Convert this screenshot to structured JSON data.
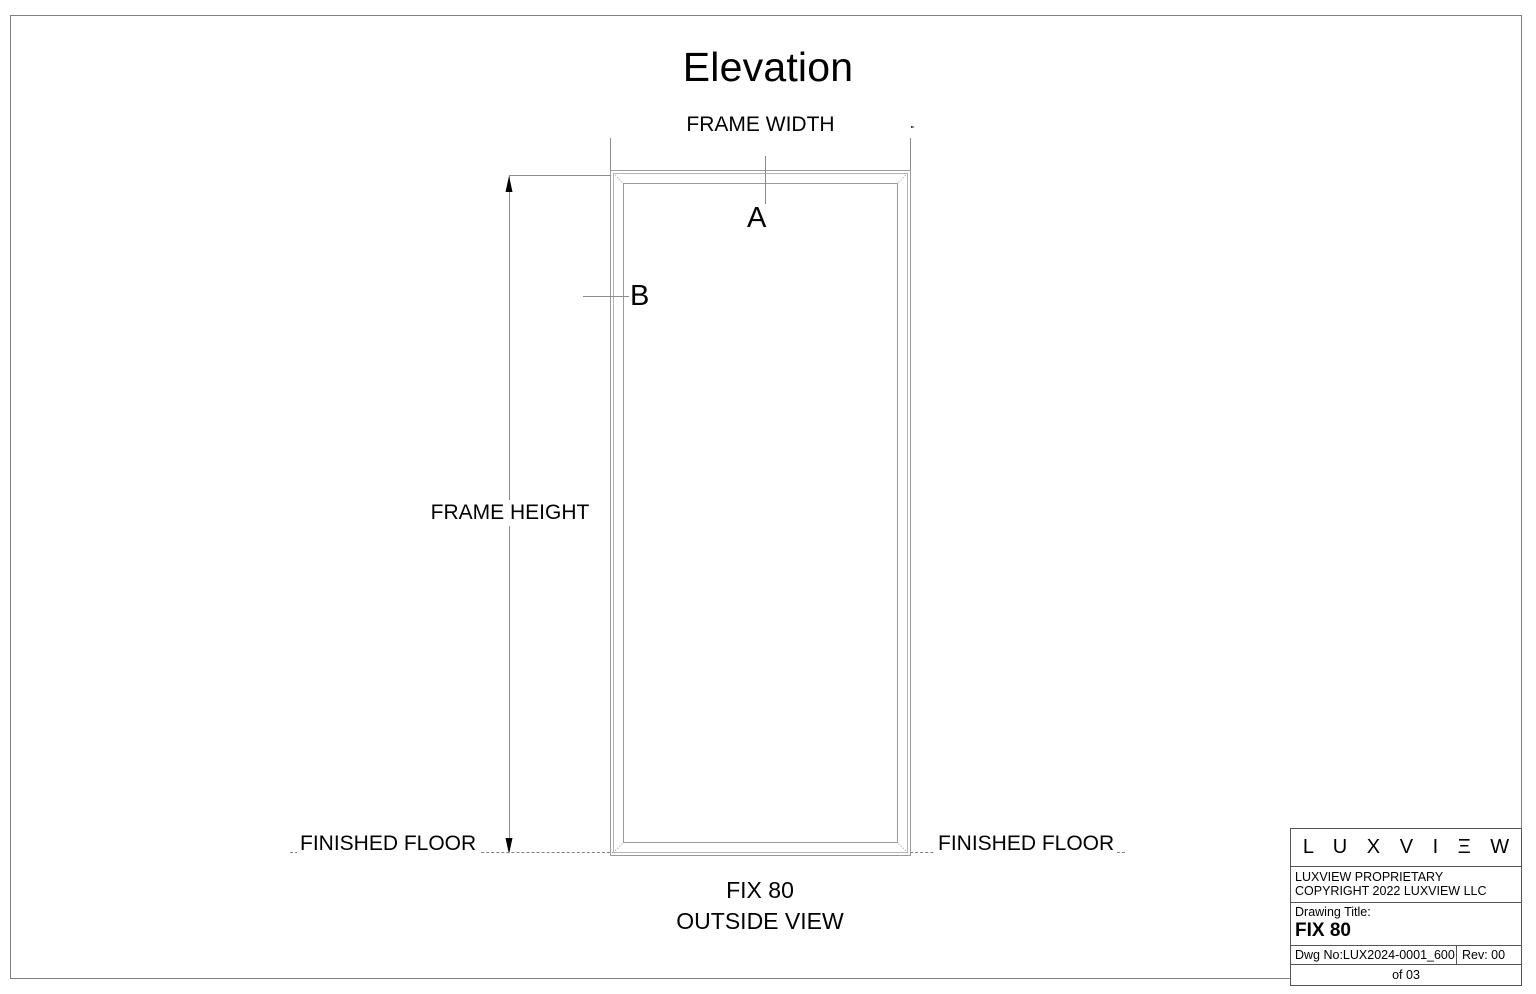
{
  "sheet": {
    "title": "Elevation"
  },
  "dimensions": {
    "width_label": "FRAME WIDTH",
    "height_label": "FRAME HEIGHT"
  },
  "callouts": {
    "a": "A",
    "b": "B"
  },
  "floor": {
    "left_label": "FINISHED FLOOR",
    "right_label": "FINISHED FLOOR"
  },
  "view_caption": {
    "line1": "FIX 80",
    "line2": "OUTSIDE VIEW"
  },
  "title_block": {
    "logo": "L U X V I Ξ W",
    "copyright_line1": "LUXVIEW PROPRIETARY",
    "copyright_line2": "COPYRIGHT 2022 LUXVIEW LLC",
    "drawing_title_label": "Drawing Title:",
    "drawing_title_value": "FIX 80",
    "dwg_no": "Dwg No:LUX2024-0001_600",
    "rev": "Rev: 00",
    "sheet_of": "of 03"
  },
  "colors": {
    "line": "#8c8c8c",
    "frame_profile": "#b4b4b4",
    "border": "#808080",
    "text": "#000000"
  }
}
